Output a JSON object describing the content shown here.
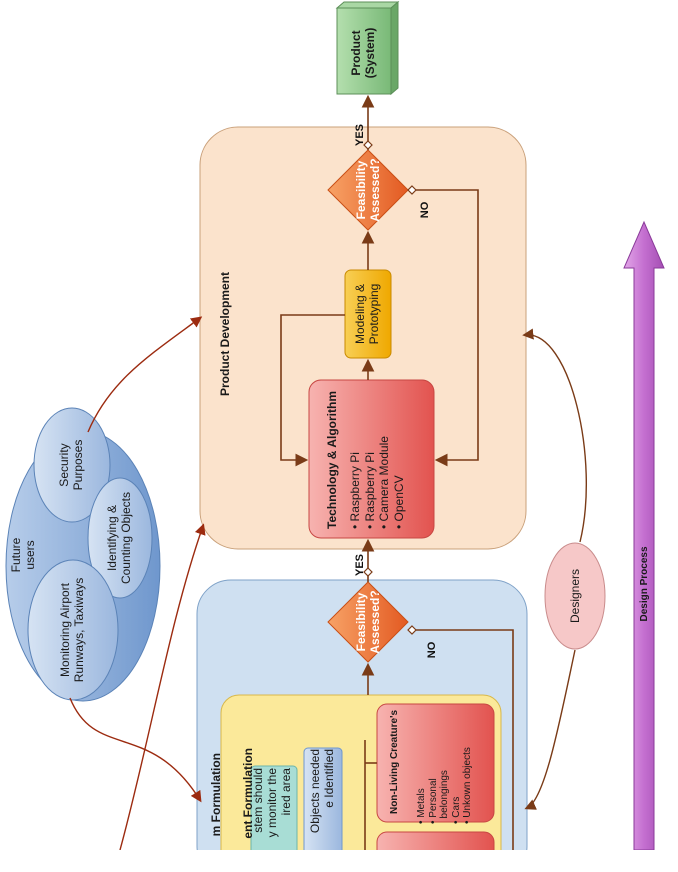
{
  "product": {
    "line1": "Product",
    "line2": "(System)"
  },
  "decision_top": {
    "line1": "Feasibility",
    "line2": "Assessed?",
    "yes": "YES",
    "no": "NO"
  },
  "decision_bottom": {
    "line1": "Feasibility",
    "line2": "Assessed?",
    "yes": "YES",
    "no": "NO"
  },
  "product_development": {
    "title": "Product Development"
  },
  "modeling": {
    "line1": "Modeling &",
    "line2": "Prototyping"
  },
  "technology": {
    "title": "Technology & Algorithm",
    "items": [
      "Raspberry Pi",
      "Raspberry Pi",
      "Camera Module",
      "OpenCV"
    ]
  },
  "future_users": {
    "label_line1": "Future",
    "label_line2": "users",
    "security": {
      "line1": "Security",
      "line2": "Purposes"
    },
    "identifying": {
      "line1": "Identifying &",
      "line2": "Counting Objects"
    },
    "monitoring": {
      "line1": "Monitoring Airport",
      "line2": "Runways, Taxiways"
    }
  },
  "designers": "Designers",
  "design_process": "Design Process",
  "problem_formulation": {
    "title_fragment": "m Formulation",
    "sub_fragment": "ent Formulation",
    "req1": {
      "line1": "stem should",
      "line2": "y monitor the",
      "line3": "ired area"
    },
    "req2": {
      "line1": "Objects needed",
      "line2": "e Identified"
    }
  },
  "non_living": {
    "title": "Non-Living Creature's",
    "items": [
      "Metals",
      "Personal",
      "belongings",
      "Cars",
      "Unkown objects"
    ]
  },
  "colors": {
    "peach": "#fbe3cc",
    "blue_panel": "#cfe0f1",
    "diamond": "#e8692c",
    "green": "#8bc98b",
    "red_box": "#ec8686",
    "yellow": "#f5b81a",
    "arrow": "#7a3b17",
    "purple": "#b14ec0"
  }
}
